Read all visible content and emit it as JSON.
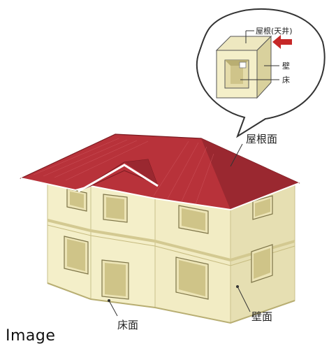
{
  "labels": {
    "roof_ceiling": "屋根(天井)",
    "wall_small": "壁",
    "floor_small": "床",
    "roof_surface": "屋根面",
    "floor_surface": "床面",
    "wall_surface": "壁面"
  },
  "caption": "Image",
  "colors": {
    "wall": "#f4efc9",
    "wall_shade": "#e6dfb2",
    "wall_dark": "#d4cc97",
    "roof": "#b8323a",
    "roof_dark": "#8f2128",
    "arrow": "#c62828",
    "outline": "#333333"
  }
}
